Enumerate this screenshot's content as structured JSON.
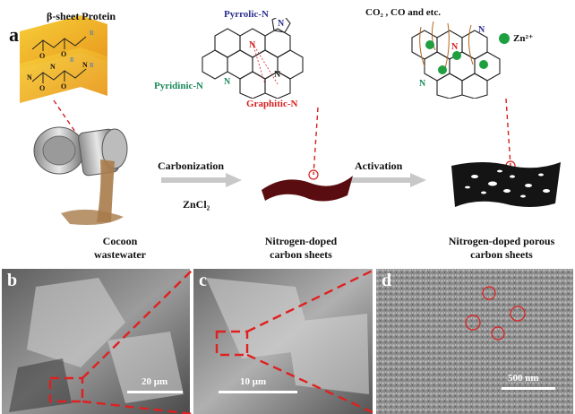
{
  "panel_a": {
    "letter": "a",
    "protein_label": "β-sheet Protein",
    "pyrrolic_label": "Pyrrolic-N",
    "pyridinic_label": "Pyridinic-N",
    "graphitic_label": "Graphitic-N",
    "gases_label": "CO₂ , CO and etc.",
    "zn_label": "Zn²⁺",
    "step1": "Carbonization",
    "reagent": "ZnCl₂",
    "step2": "Activation",
    "cocoon_line1": "Cocoon",
    "cocoon_line2": "wastewater",
    "ncs_line1": "Nitrogen-doped",
    "ncs_line2": "carbon sheets",
    "npcs_line1": "Nitrogen-doped porous",
    "npcs_line2": "carbon sheets",
    "colors": {
      "pyrrolic": "#2b2f8f",
      "pyridinic": "#1a8a5a",
      "graphitic": "#d62020",
      "dashed_red": "#d62020",
      "arrow": "#c8c8c8",
      "carbon_sheet": "#5a0d10",
      "zinc": "#1fa040"
    }
  },
  "panel_b": {
    "letter": "b",
    "scale": "20 μm"
  },
  "panel_c": {
    "letter": "c",
    "scale": "10 μm"
  },
  "panel_d": {
    "letter": "d",
    "scale": "500 nm"
  }
}
